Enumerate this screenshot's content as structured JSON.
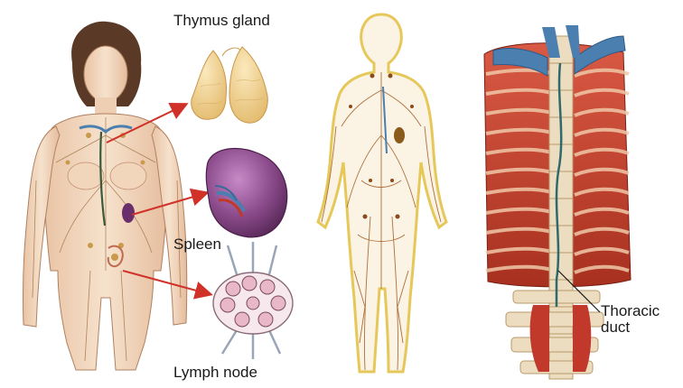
{
  "labels": {
    "thymus": "Thymus gland",
    "spleen": "Spleen",
    "lymph_node": "Lymph node",
    "thoracic_line1": "Thoracic",
    "thoracic_line2": "duct"
  },
  "colors": {
    "skin": "#f4dcc4",
    "skin_shadow": "#d9a888",
    "outline": "#b08060",
    "vessel_blue": "#4a7fb0",
    "lymph_yellow": "#e8c84a",
    "lymph_brown": "#9a5a20",
    "muscle_red": "#c0392b",
    "bone": "#ecdcc0",
    "arrow_red": "#d0322a",
    "spleen_purple": "#7a3a7a",
    "thymus_yellow": "#f2d28a"
  }
}
